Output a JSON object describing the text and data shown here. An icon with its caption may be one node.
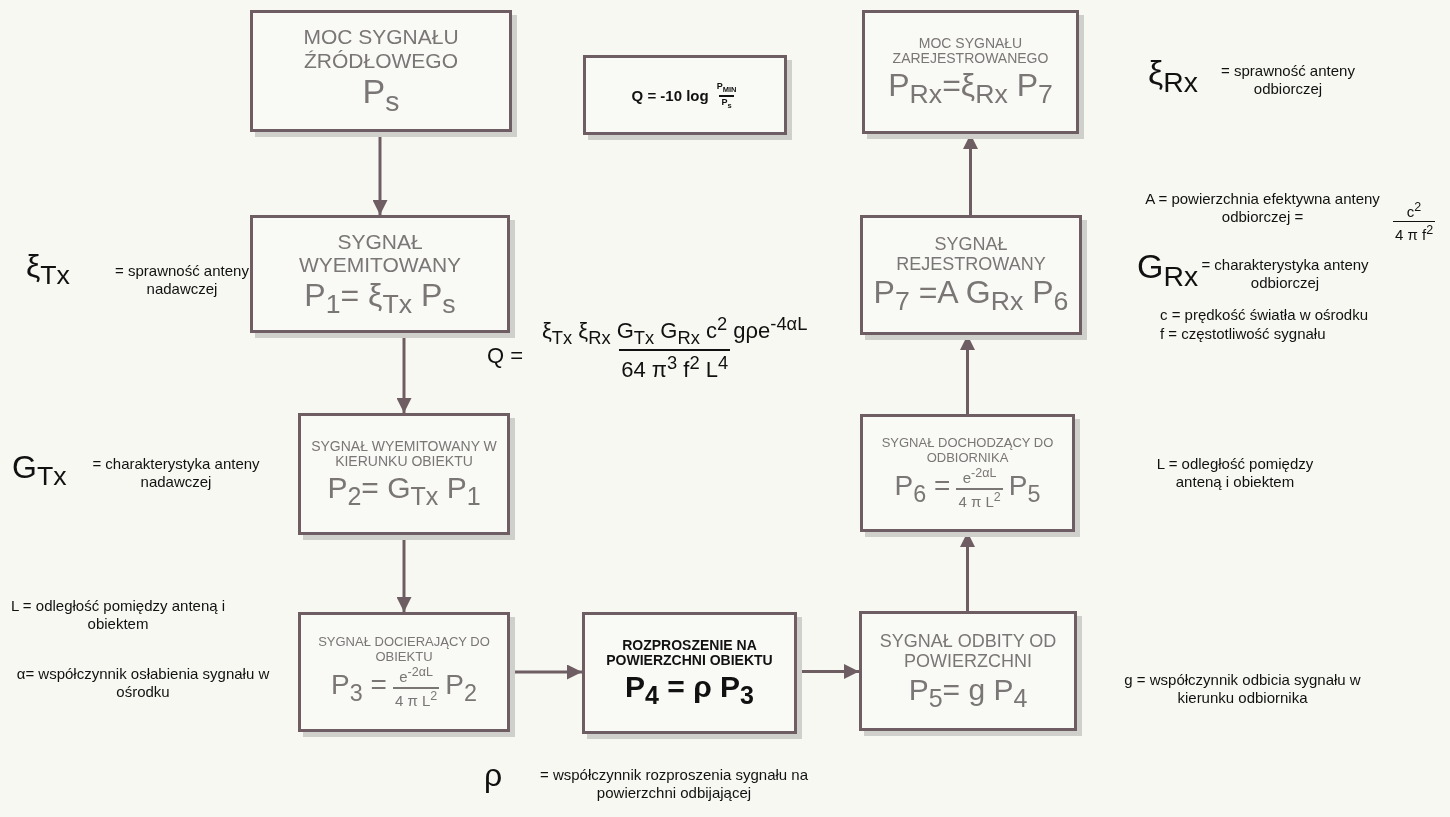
{
  "diagram": {
    "nodes": [
      {
        "text": [
          "MOC SYGNAŁU ŹRÓDŁOWEGO",
          "P$_{s}$"
        ]
      },
      {
        "text": [
          "SYGNAŁ WYEMITOWANY",
          "P$_{1}$= ξ$_{Tx}$ P$_{s}$"
        ]
      },
      {
        "text": [
          "SYGNAŁ WYEMITOWANY W KIERUNKU OBIEKTU",
          "P$_{2}$= G$_{Tx}$ P$_{1}$"
        ]
      },
      {
        "text": [
          "SYGNAŁ DOCIERAJĄCY DO OBIEKTU",
          "P$_{3}$ =",
          "e$^{-2αL}$",
          "4 π L$^{2}$",
          "P$_{2}$"
        ]
      },
      {
        "text": [
          "ROZPROSZENIE NA POWIERZCHNI OBIEKTU",
          "P$_{4}$ = ρ P$_{3}$"
        ]
      },
      {
        "text": [
          "SYGNAŁ ODBITY OD POWIERZCHNI",
          "P$_{5}$= g P$_{4}$"
        ]
      },
      {
        "text": [
          "SYGNAŁ DOCHODZĄCY DO ODBIORNIKA",
          "P$_{6}$ =",
          "e$^{-2αL}$",
          "4 π L$^{2}$",
          "P$_{5}$"
        ]
      },
      {
        "text": [
          "SYGNAŁ REJESTROWANY",
          "P$_{7}$ =A G$_{Rx}$ P$_{6}$"
        ]
      },
      {
        "text": [
          "MOC SYGNAŁU ZAREJESTROWANEGO",
          "P$_{Rx}$=ξ$_{Rx}$ P$_{7}$"
        ]
      },
      {
        "text": [
          "Q = -10 log",
          "P$_{MIN}$",
          "P$_{s}$"
        ]
      }
    ],
    "edges": [
      {
        "from": 0,
        "to": 1,
        "arrow": "to"
      },
      {
        "from": 1,
        "to": 2,
        "arrow": "to"
      },
      {
        "from": 2,
        "to": 3,
        "arrow": "to"
      },
      {
        "from": 3,
        "to": 4,
        "arrow": "to"
      },
      {
        "from": 4,
        "to": 5,
        "arrow": "to"
      },
      {
        "from": 5,
        "to": 6,
        "arrow": "to"
      },
      {
        "from": 6,
        "to": 7,
        "arrow": "to"
      },
      {
        "from": 7,
        "to": 8,
        "arrow": "to"
      }
    ],
    "labels": [
      "ξ$_{Tx}$",
      "= sprawność anteny nadawczej",
      "G$_{Tx}$",
      "= charakterystyka anteny nadawczej",
      "L = odległość pomiędzy anteną i obiektem",
      "α= współczynnik osłabienia sygnału w ośrodku",
      "Q =",
      "ξ$_{Tx}$ ξ$_{Rx}$ G$_{Tx}$ G$_{Rx}$ c$^{2}$ gρe$^{-4αL}$",
      "64 π$^{3}$ f$^{2}$ L$^{4}$",
      "ρ",
      "= współczynnik rozproszenia sygnału na powierzchni odbijającej",
      "ξ$_{Rx}$",
      "= sprawność anteny odbiorczej",
      "A = powierzchnia efektywna anteny odbiorczej =",
      "c$^{2}$",
      "4 π f$^{2}$",
      "G$_{Rx}$",
      "= charakterystyka anteny odbiorczej",
      "c = prędkość światła w ośrodku",
      "f = częstotliwość sygnału",
      "L = odległość pomiędzy anteną i obiektem",
      "g = współczynnik odbicia sygnału w kierunku odbiornika"
    ]
  }
}
